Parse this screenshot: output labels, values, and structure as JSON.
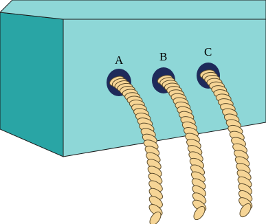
{
  "labels": {
    "hole_a": "A",
    "hole_b": "B",
    "hole_c": "C"
  },
  "colors": {
    "box_front": "#8ed7d7",
    "box_top": "#8ed7d7",
    "box_side": "#29a5a5",
    "edge": "#1a1a1a",
    "hole": "#1e2a5a",
    "rope_fill": "#f6d596",
    "rope_stroke": "#5a4a2a"
  }
}
